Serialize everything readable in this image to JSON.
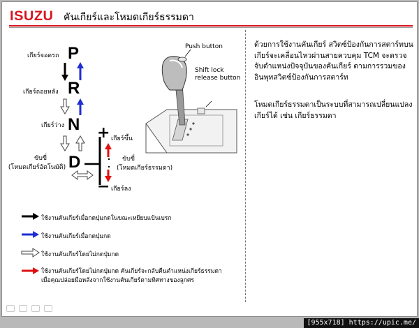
{
  "header": {
    "logo": "ISUZU",
    "title": "คันเกียร์และโหมดเกียร์ธรรมดา"
  },
  "diagram": {
    "gears": [
      "P",
      "R",
      "N",
      "D"
    ],
    "labels": {
      "park": "เกียร์จอดรถ",
      "reverse": "เกียร์ถอยหลัง",
      "neutral": "เกียร์ว่าง",
      "drive_line1": "ขับขี่",
      "drive_line2": "(โหมดเกียร์อัตโนมัติ)",
      "plus": "+",
      "minus": "−",
      "upshift": "เกียร์ขึ้น",
      "manual_line1": "ขับขี่",
      "manual_line2": "(โหมดเกียร์ธรรมดา)",
      "downshift": "เกียร์ลง"
    }
  },
  "shifter": {
    "push_button": "Push button",
    "shift_lock_line1": "Shift lock",
    "shift_lock_line2": "release button"
  },
  "description": {
    "paragraph1": "ด้วยการใช้งานคันเกียร์ สวิตซ์ป้องกันการสตาร์ทบนเกียร์จะเคลื่อนไหวผ่านสายควบคุม TCM จะตรวจจับตำแหน่งปัจจุบันของคันเกียร์ ตามการรวมของอินพุทสวิตซ์ป้องกันการสตาร์ท",
    "paragraph2": "โหมดเกียร์ธรรมดาเป็นระบบที่สามารถเปลี่ยนแปลงเกียร์ได้ เช่น เกียร์ธรรมดา"
  },
  "legend": {
    "items": [
      {
        "color": "#000000",
        "style": "solid",
        "text": "ใช้งานคันเกียร์เมื่อกดปุ่มกดในขณะเหยียบแป้นเบรก"
      },
      {
        "color": "#1f2fd0",
        "style": "solid",
        "text": "ใช้งานคันเกียร์เมื่อกดปุ่มกด"
      },
      {
        "color": "#ffffff",
        "style": "outline",
        "text": "ใช้งานคันเกียร์โดยไม่กดปุ่มกด"
      },
      {
        "color": "#e01010",
        "style": "solid",
        "text": "ใช้งานคันเกียร์โดยไม่กดปุ่มกด คันเกียร์จะกลับคืนตำแหน่งเกียร์ธรรมดา",
        "text2": "เมื่อคุณปล่อยมือหลังจากใช้งานคันเกียร์ตามทิศทางของลูกศร"
      }
    ]
  },
  "colors": {
    "brand_red": "#d7141d",
    "blue": "#1f2fd0",
    "red": "#e01010"
  },
  "footer": {
    "text": "[955x718] https://upic.me/"
  }
}
